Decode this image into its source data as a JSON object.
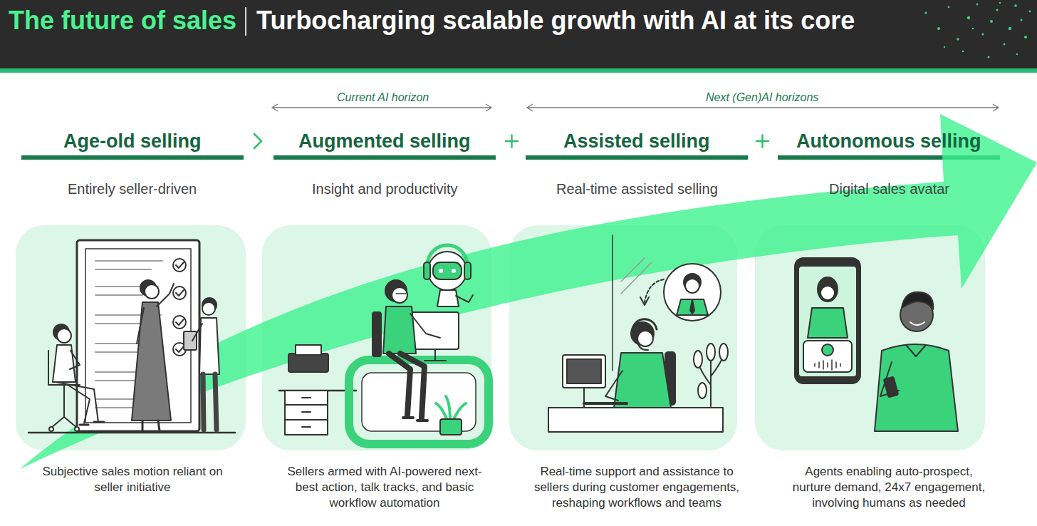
{
  "diagram": {
    "title": "The future of sales",
    "nodes": [
      {
        "text": [
          "Age-old selling",
          "Entirely seller-driven",
          "Subjective sales motion reliant on seller initiative"
        ]
      },
      {
        "text": [
          "Augmented selling",
          "Insight and productivity",
          "Sellers armed with AI-powered next-best action, talk tracks, and basic workflow automation"
        ]
      },
      {
        "text": [
          "Assisted selling",
          "Real-time assisted selling",
          "Real-time support and assistance to sellers during customer engagements, reshaping workflows and teams"
        ]
      },
      {
        "text": [
          "Autonomous selling",
          "Digital sales avatar",
          "Agents enabling auto-prospect, nurture demand, 24x7 engagement, involving humans as needed"
        ]
      }
    ],
    "labels": [
      "Turbocharging scalable growth with AI at its core",
      "Current AI horizon",
      "Next (Gen)AI horizons"
    ]
  }
}
